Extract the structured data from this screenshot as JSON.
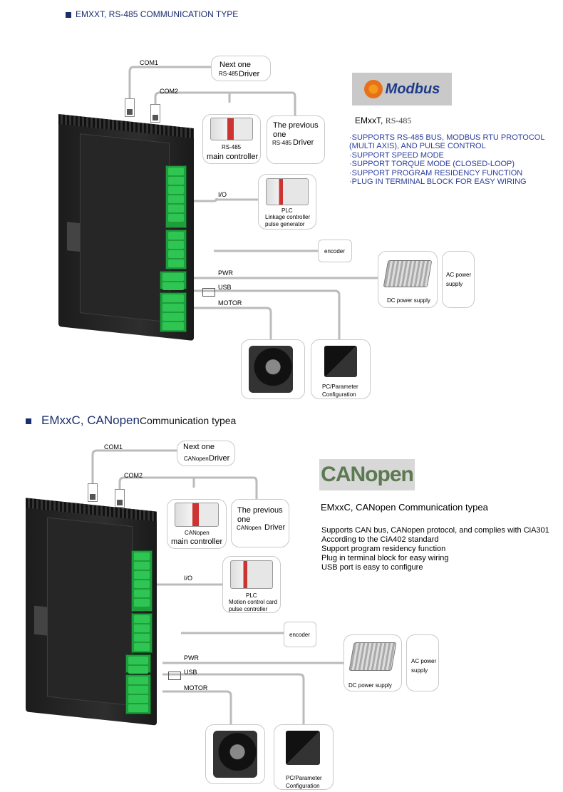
{
  "section1": {
    "title": "EMXXT, RS-485 COMMUNICATION TYPE",
    "com1": "COM1",
    "com2": "COM2",
    "next_one": "Next one",
    "next_bus": "RS-485",
    "next_driver": "Driver",
    "controller_bus": "RS-485",
    "controller_label": "main controller",
    "prev_line1": "The previous",
    "prev_line2": "one",
    "prev_bus": "RS-485",
    "prev_driver": "Driver",
    "io": "I/O",
    "plc": "PLC",
    "plc_line1": "Linkage controller",
    "plc_line2": "pulse generator",
    "encoder": "encoder",
    "pwr": "PWR",
    "usb": "USB",
    "motor": "MOTOR",
    "dc_supply": "DC power supply",
    "ac_line1": "AC power",
    "ac_line2": "supply",
    "pc_line1": "PC/Parameter",
    "pc_line2": "Configuration",
    "logo": "Modbus",
    "product": "EMxxT,",
    "product_bus": "RS-485",
    "features": [
      "·SUPPORTS RS-485 BUS, MODBUS RTU PROTOCOL",
      "(MULTI AXIS), AND PULSE CONTROL",
      "·SUPPORT SPEED MODE",
      "·SUPPORT TORQUE MODE (CLOSED-LOOP)",
      "·SUPPORT PROGRAM RESIDENCY FUNCTION",
      "·PLUG IN TERMINAL BLOCK FOR EASY WIRING"
    ]
  },
  "section2": {
    "title_a": "EMxxC, CANopen",
    "title_b": "Communication typea",
    "com1": "COM1",
    "com2": "COM2",
    "next_one": "Next one",
    "next_bus": "CANopen",
    "next_driver": "Driver",
    "controller_bus": "CANopen",
    "controller_label": "main controller",
    "prev_line1": "The previous",
    "prev_line2": "one",
    "prev_bus": "CANopen",
    "prev_driver": "Driver",
    "io": "I/O",
    "plc": "PLC",
    "plc_line1": "Motion control card",
    "plc_line2": "pulse controller",
    "encoder": "encoder",
    "pwr": "PWR",
    "usb": "USB",
    "motor": "MOTOR",
    "dc_supply": "DC power supply",
    "ac_line1": "AC power",
    "ac_line2": "supply",
    "pc_line1": "PC/Parameter",
    "pc_line2": "Configuration",
    "logo": "CANopen",
    "product": "EMxxC, CANopen Communication typea",
    "features": [
      "Supports CAN bus, CANopen protocol, and complies with CiA301",
      "According to the CiA402 standard",
      "Support program residency function",
      "Plug in terminal block for easy wiring",
      "USB port is easy to configure"
    ]
  },
  "colors": {
    "title_blue": "#1a2e6e",
    "feature_blue": "#2b3d9c",
    "terminal_green": "#1f9c3c"
  }
}
